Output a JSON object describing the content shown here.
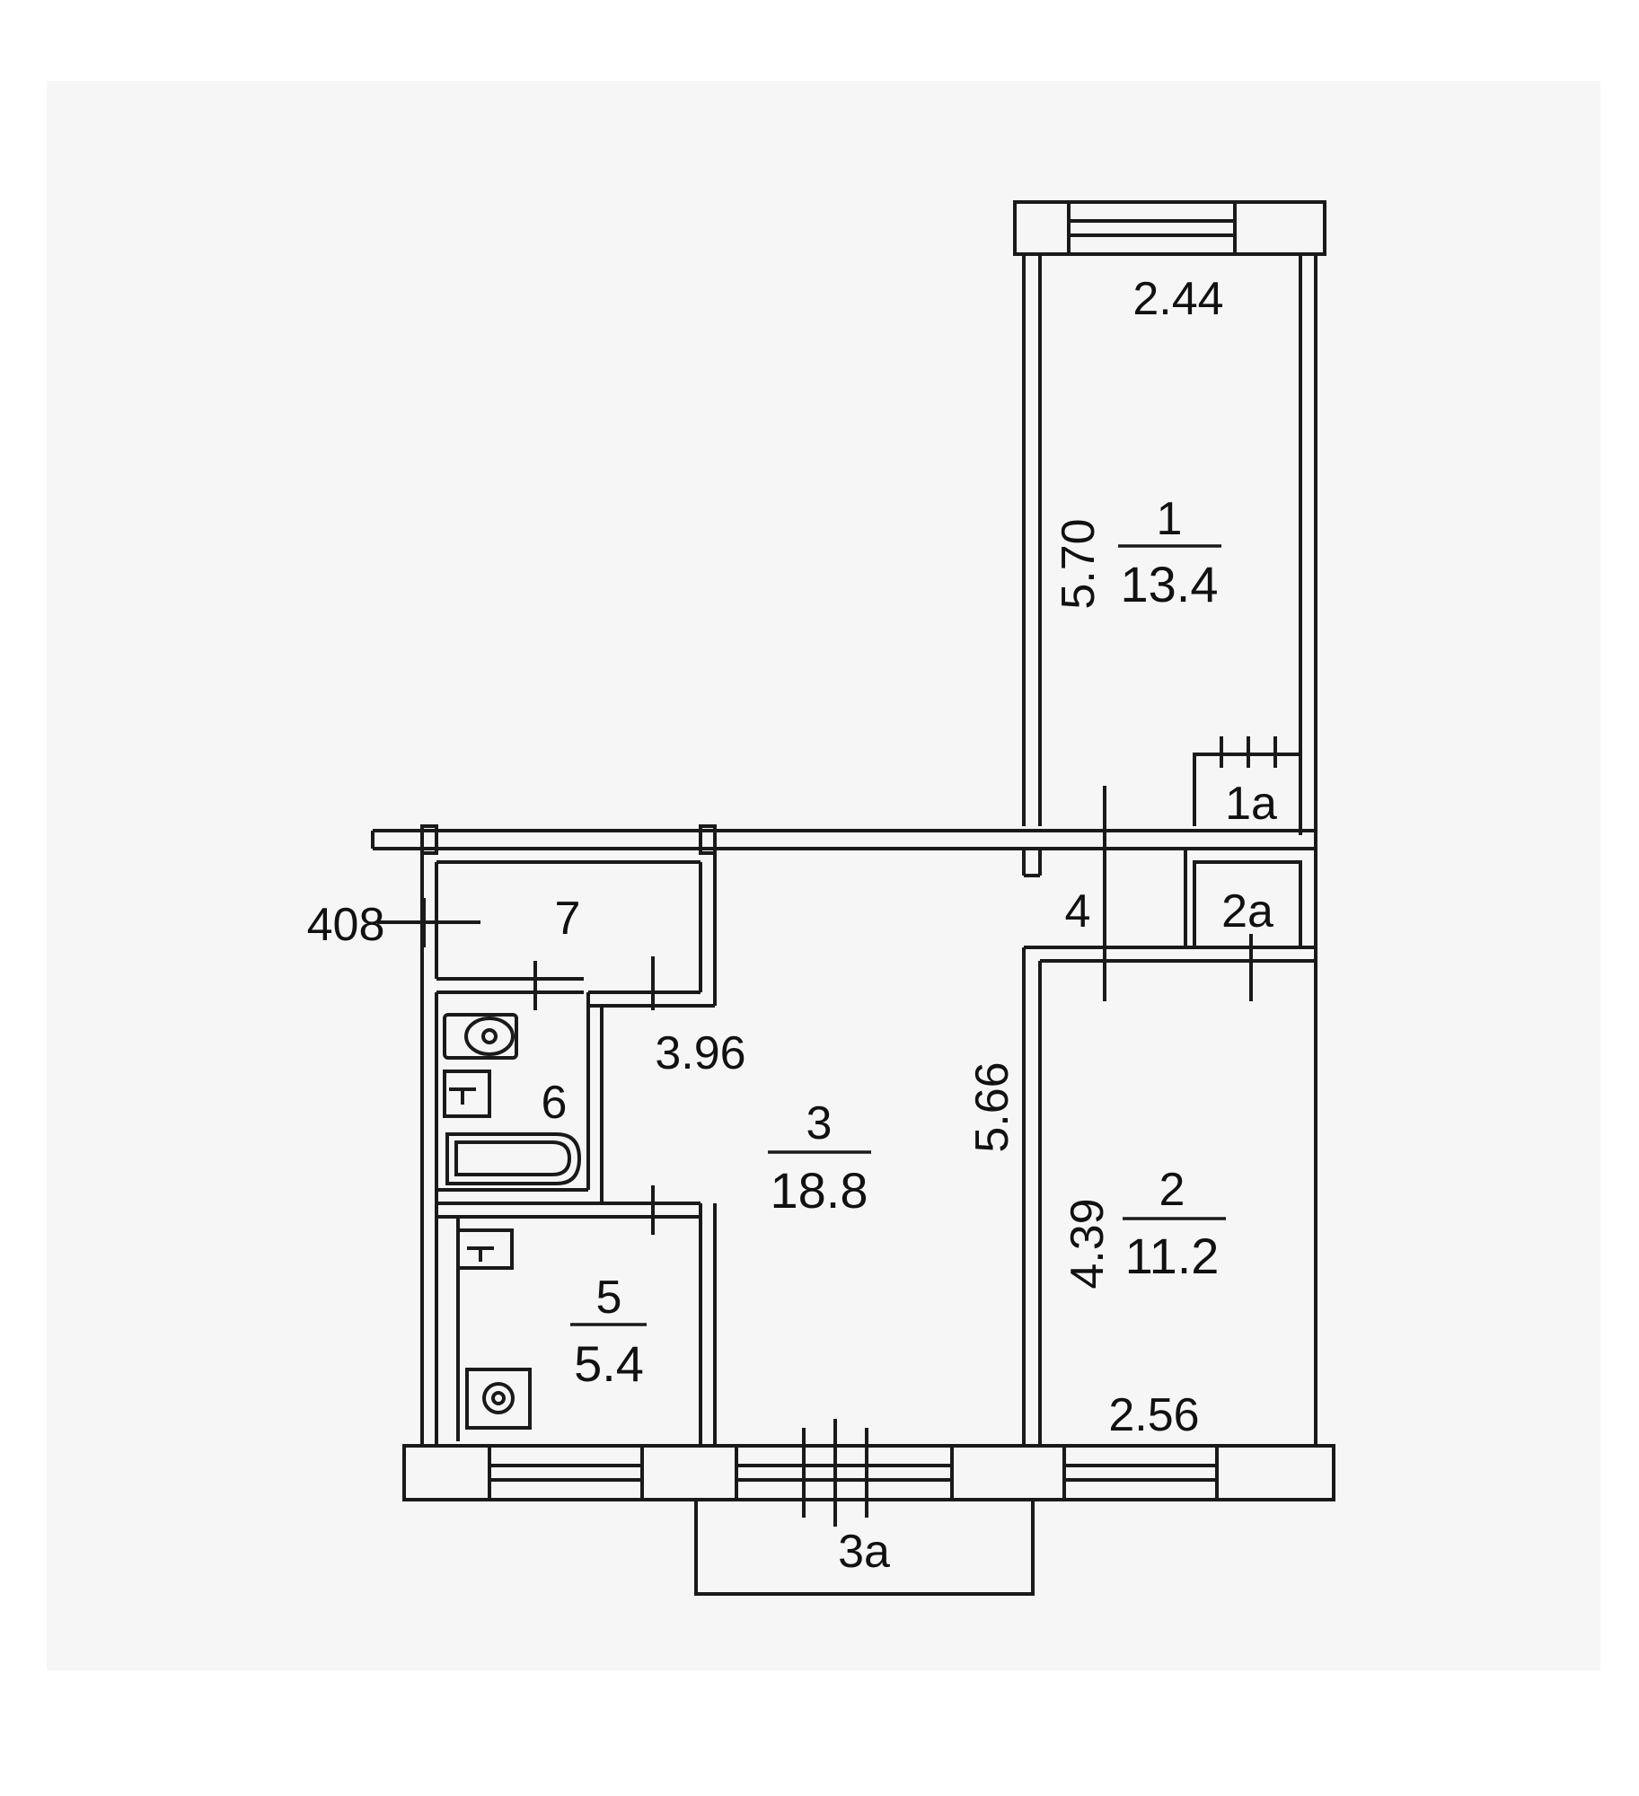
{
  "plan": {
    "colors": {
      "wall": "#1a1a1a",
      "paper": "#f6f6f6",
      "background": "#ffffff"
    },
    "rooms": [
      {
        "id": "1",
        "number": "1",
        "area": "13.4"
      },
      {
        "id": "1a",
        "number": "1a"
      },
      {
        "id": "2",
        "number": "2",
        "area": "11.2"
      },
      {
        "id": "2a",
        "number": "2a"
      },
      {
        "id": "3",
        "number": "3",
        "area": "18.8"
      },
      {
        "id": "3a",
        "number": "3a"
      },
      {
        "id": "4",
        "number": "4"
      },
      {
        "id": "5",
        "number": "5",
        "area": "5.4"
      },
      {
        "id": "6",
        "number": "6"
      },
      {
        "id": "7",
        "number": "7"
      }
    ],
    "dimensions": {
      "room1_width": "2.44",
      "room1_length": "5.70",
      "room2_width": "2.56",
      "room2_length": "4.39",
      "room3_width": "3.96",
      "room3_length": "5.66"
    },
    "riser_label": "408"
  }
}
